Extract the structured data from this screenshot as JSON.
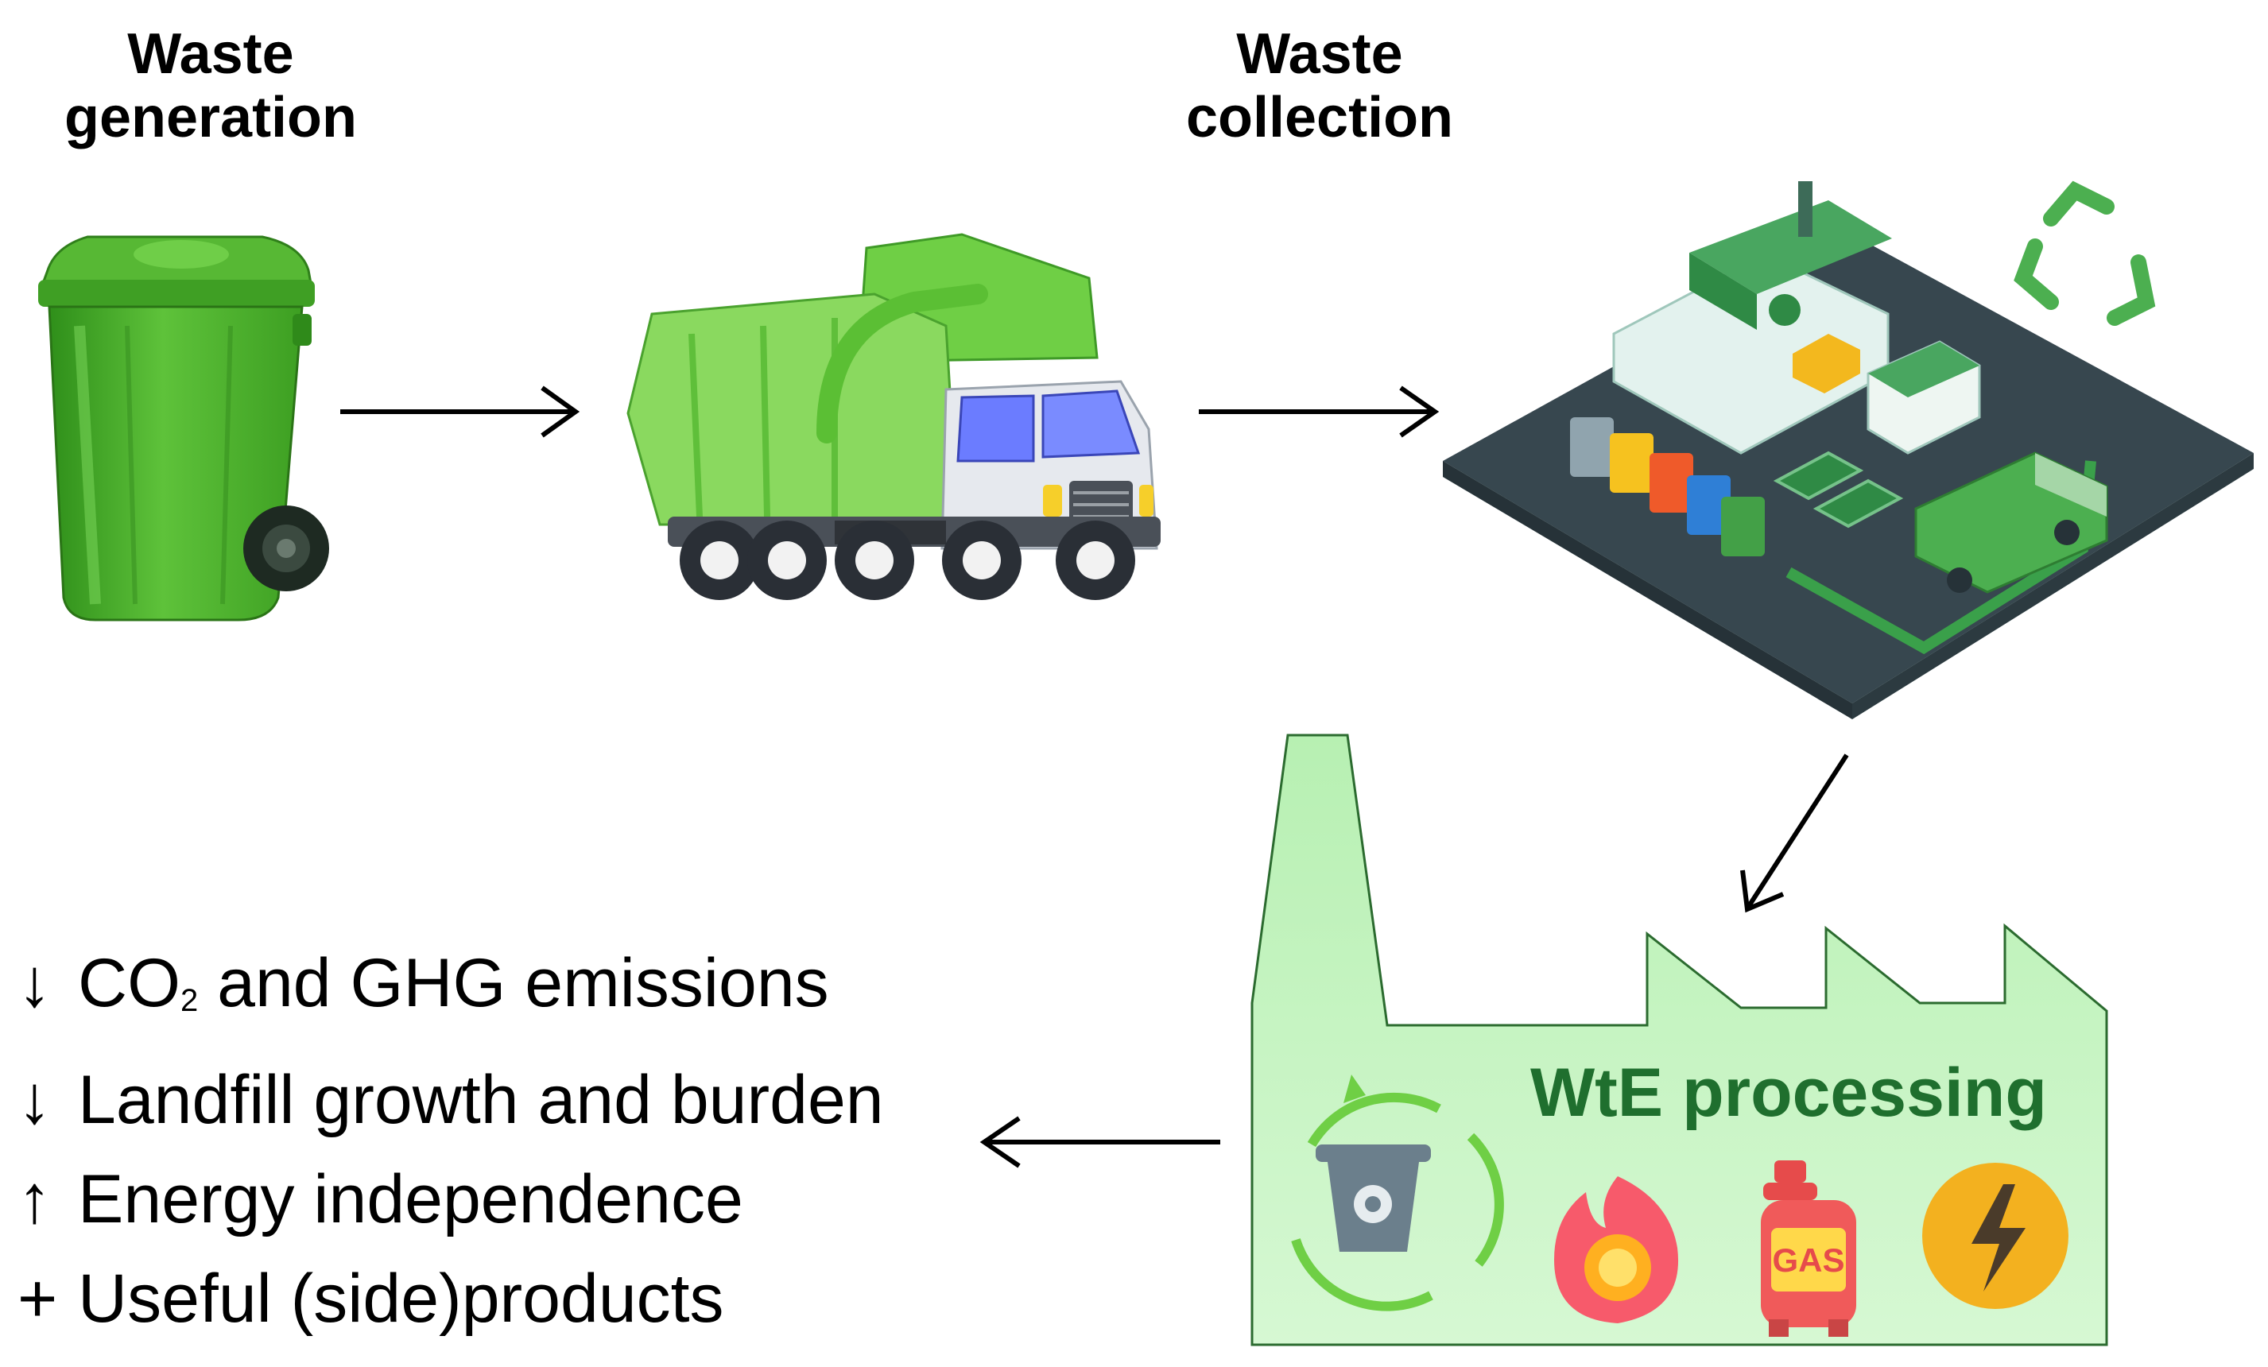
{
  "stages": {
    "generation": {
      "line1": "Waste",
      "line2": "generation"
    },
    "collection": {
      "line1": "Waste",
      "line2": "collection"
    }
  },
  "wte": {
    "title": "WtE processing",
    "gas_label": "GAS",
    "icons": [
      "recycling-bin-icon",
      "flame-icon",
      "gas-cylinder-icon",
      "electricity-icon"
    ]
  },
  "benefits": [
    {
      "mark": "↓",
      "pre": "CO",
      "sub": "2",
      "post": " and GHG emissions"
    },
    {
      "mark": "↓",
      "text": "Landfill growth and burden"
    },
    {
      "mark": "↑",
      "text": "Energy independence"
    },
    {
      "mark": "+",
      "text": "Useful (side)products"
    }
  ],
  "colors": {
    "bin_green": "#4caf2a",
    "truck_green": "#86d45a",
    "factory_fill": "#c9f5c5",
    "wte_text": "#1f6f2e",
    "plant_platform": "#37474f"
  }
}
